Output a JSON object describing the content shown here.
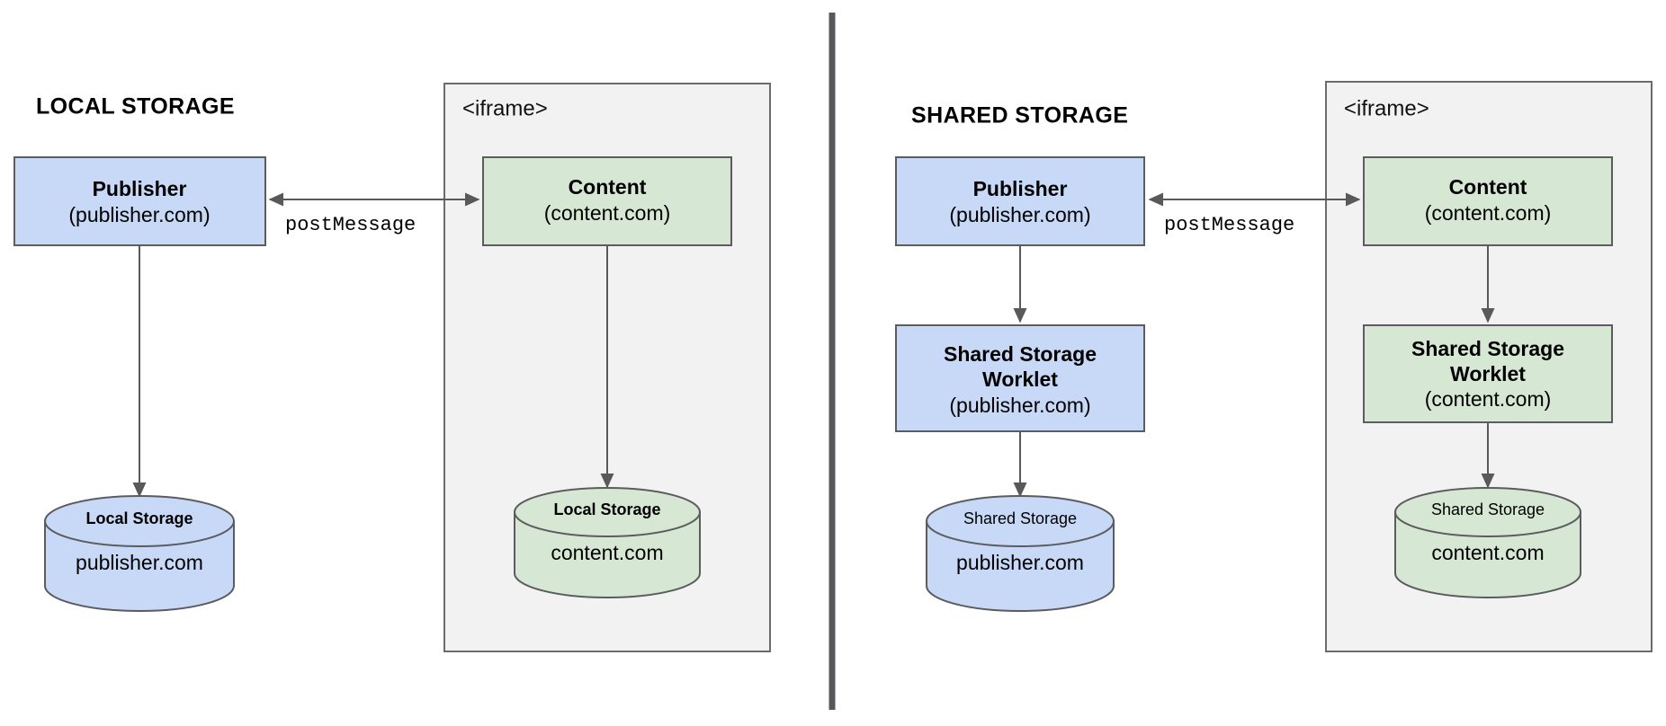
{
  "colors": {
    "blue_fill": "#c7d9f6",
    "green_fill": "#d6e8d3",
    "iframe_fill": "#f2f2f2",
    "box_stroke": "#5c5c60",
    "iframe_stroke": "#6b6b6b",
    "arrow_stroke": "#595959",
    "divider": "#58585b",
    "text": "#000000",
    "background": "#ffffff"
  },
  "divider": {
    "name": "vertical-divider"
  },
  "left": {
    "title": "LOCAL STORAGE",
    "publisher": {
      "title": "Publisher",
      "subtitle": "(publisher.com)"
    },
    "publisher_storage": {
      "label": "Local Storage",
      "origin": "publisher.com",
      "label_bold": true
    },
    "message_label": "postMessage",
    "iframe": {
      "label": "<iframe>",
      "content": {
        "title": "Content",
        "subtitle": "(content.com)"
      },
      "content_storage": {
        "label": "Local Storage",
        "origin": "content.com",
        "label_bold": true
      }
    }
  },
  "right": {
    "title": "SHARED STORAGE",
    "publisher": {
      "title": "Publisher",
      "subtitle": "(publisher.com)"
    },
    "worklet": {
      "title_line1": "Shared Storage",
      "title_line2": "Worklet",
      "subtitle": "(publisher.com)"
    },
    "publisher_storage": {
      "label": "Shared Storage",
      "origin": "publisher.com",
      "label_bold": false
    },
    "message_label": "postMessage",
    "iframe": {
      "label": "<iframe>",
      "content": {
        "title": "Content",
        "subtitle": "(content.com)"
      },
      "worklet": {
        "title_line1": "Shared Storage",
        "title_line2": "Worklet",
        "subtitle": "(content.com)"
      },
      "content_storage": {
        "label": "Shared Storage",
        "origin": "content.com",
        "label_bold": false
      }
    }
  }
}
